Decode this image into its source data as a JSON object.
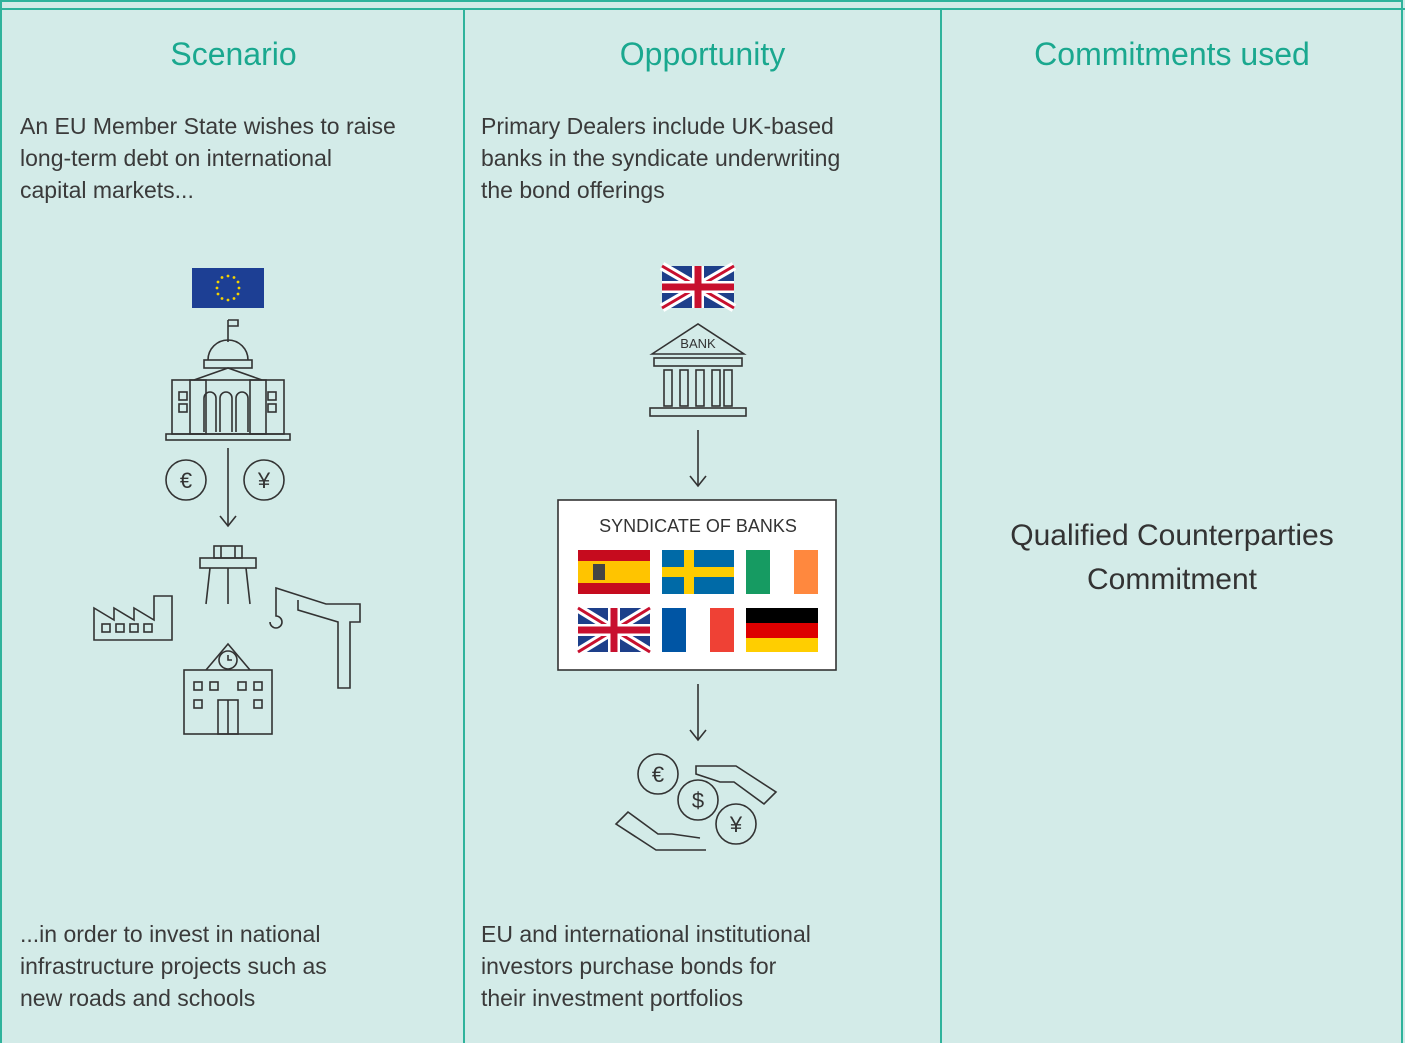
{
  "columns": [
    {
      "title": "Scenario",
      "top_text": "An EU Member State wishes to raise\nlong-term debt on international\ncapital markets...",
      "bottom_text": "...in order to invest in national\ninfrastructure projects such as\nnew roads and schools"
    },
    {
      "title": "Opportunity",
      "top_text": "Primary Dealers include UK-based\nbanks in the syndicate underwriting\nthe bond offerings",
      "bottom_text": "EU and international institutional\ninvestors purchase bonds for\ntheir investment portfolios"
    },
    {
      "title": "Commitments used",
      "commitment_line1": "Qualified Counterparties",
      "commitment_line2": "Commitment"
    }
  ],
  "illustration": {
    "bank_label": "BANK",
    "syndicate_label": "SYNDICATE OF BANKS",
    "currency_euro": "€",
    "currency_yen": "¥",
    "currency_dollar": "$",
    "syndicate_flags": [
      "spain-flag",
      "sweden-flag",
      "ireland-flag",
      "uk-flag",
      "france-flag",
      "germany-flag"
    ]
  },
  "colors": {
    "background": "#d3ebe8",
    "accent": "#2fb39c",
    "title": "#1aa88f",
    "text": "#3a3a3a"
  }
}
